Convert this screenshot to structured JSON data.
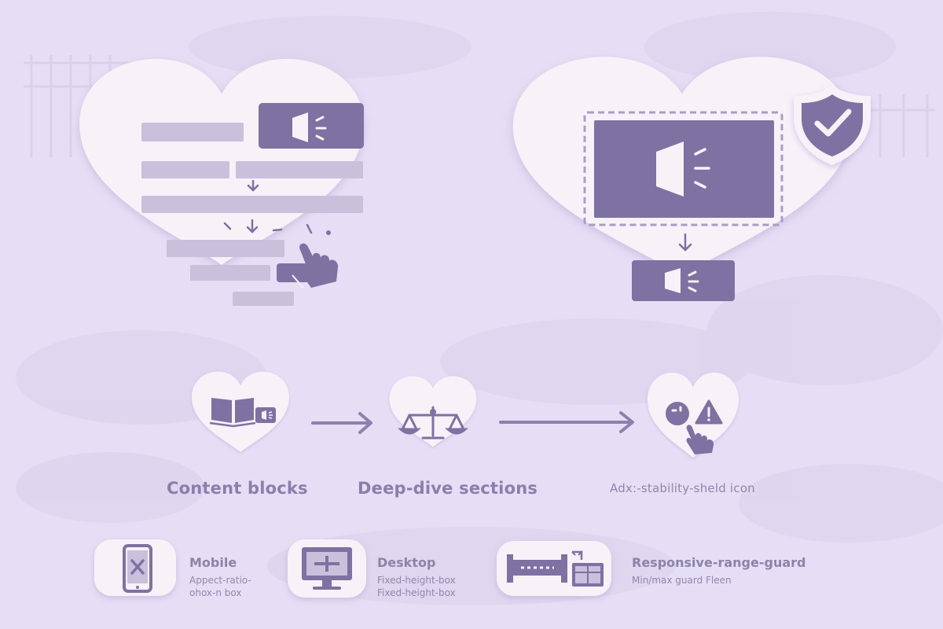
{
  "colors": {
    "background": "#e6def4",
    "card": "#f6f2f8",
    "ink": "#7d72a2",
    "bar": "#c9c0dc",
    "text": "#8a7fab"
  },
  "flow": {
    "steps": [
      {
        "icon": "book-and-ad-icon",
        "label": "Content blocks"
      },
      {
        "icon": "balance-scale-icon",
        "label": "Deep-dive sections"
      },
      {
        "icon": "alert-and-tap-icon",
        "label": "Adx:-stability-sheld icon"
      }
    ]
  },
  "devices": [
    {
      "icon": "mobile-icon",
      "title": "Mobile",
      "line1": "Appect-ratio-",
      "line2": "ohox-n box"
    },
    {
      "icon": "desktop-icon",
      "title": "Desktop",
      "line1": "Fixed-height-box",
      "line2": "Fixed-height-box"
    },
    {
      "icon": "range-guard-icon",
      "title": "Responsive-range-guard",
      "line1": "Min/max guard Fleen",
      "line2": ""
    }
  ]
}
